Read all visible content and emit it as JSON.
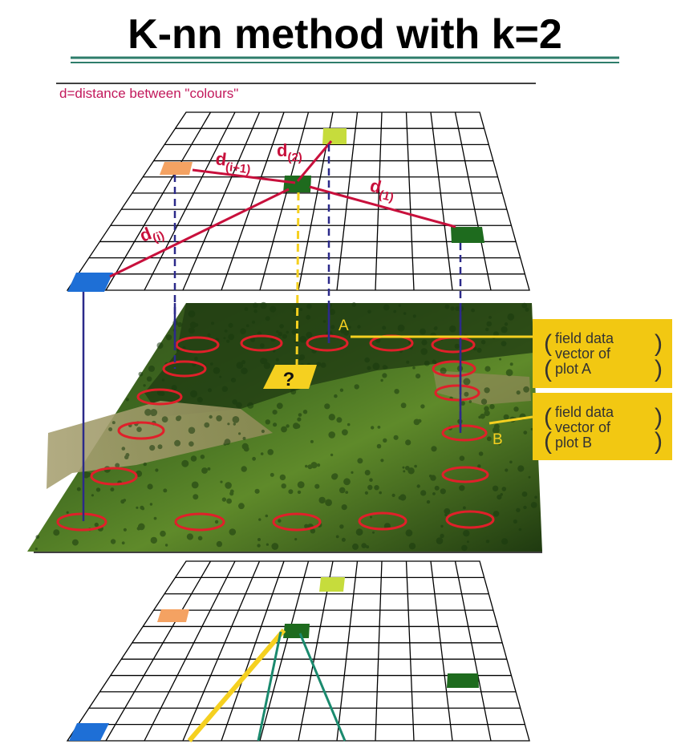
{
  "title": "K-nn method with k=2",
  "subtitle": "d=distance between \"colours\"",
  "distances": {
    "d2": {
      "base": "d",
      "sub": "(2)"
    },
    "di1": {
      "base": "d",
      "sub": "(i+1)"
    },
    "d1": {
      "base": "d",
      "sub": "(1)"
    },
    "di": {
      "base": "d",
      "sub": "(i)"
    }
  },
  "photo": {
    "query_symbol": "?",
    "plot_a_label": "A",
    "plot_b_label": "B"
  },
  "callouts": {
    "plot_a": [
      "field data",
      "vector of",
      "plot A"
    ],
    "plot_b": [
      "field data",
      "vector of",
      "plot B"
    ]
  },
  "colors": {
    "title_text": "#000000",
    "title_underline": "#2e7d6b",
    "subtitle_text": "#c2185b",
    "distance_lines": "#c8103c",
    "grid_lines": "#000000",
    "cell_orange": "#f4a262",
    "cell_lightgreen": "#c6dc3c",
    "cell_darkgreen": "#1e6b1e",
    "cell_blue": "#1e6fd6",
    "connector_navy": "#2c2a8a",
    "yellow": "#f5d020",
    "callout_fill": "#f2c812",
    "plot_ellipse": "#e0202a",
    "teal_line": "#1a8a6e"
  }
}
